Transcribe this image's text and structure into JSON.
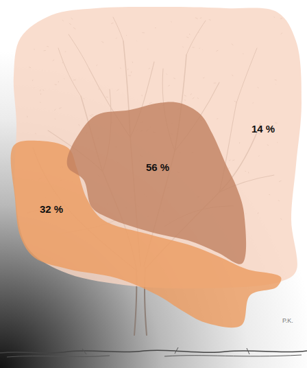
{
  "diagram": {
    "nodes": [
      {
        "text": [
          "14 %"
        ]
      },
      {
        "text": [
          "56 %"
        ]
      },
      {
        "text": [
          "32 %"
        ]
      }
    ],
    "labels": [
      "P.K."
    ]
  }
}
